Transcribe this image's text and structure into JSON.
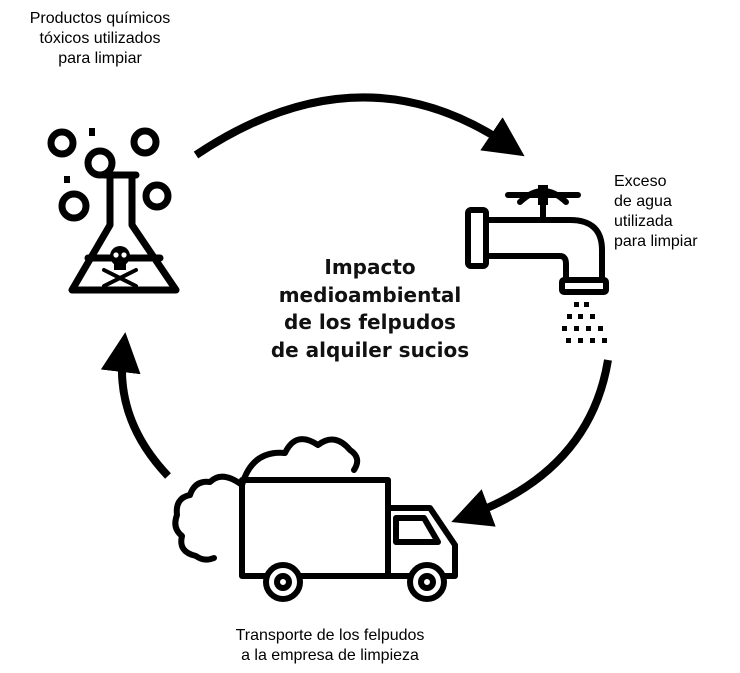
{
  "title_lines": [
    "Impacto",
    "medioambiental",
    "de los felpudos",
    "de alquiler sucios"
  ],
  "nodes": {
    "chemicals": {
      "lines": [
        "Productos químicos",
        "tóxicos utilizados",
        "para limpiar"
      ],
      "icon": "toxic-flask-icon"
    },
    "water": {
      "lines": [
        "Exceso",
        "de agua",
        "utilizada",
        "para limpiar"
      ],
      "icon": "dripping-faucet-icon"
    },
    "transport": {
      "lines": [
        "Transporte de los felpudos",
        "a la empresa de limpieza"
      ],
      "icon": "truck-with-exhaust-icon"
    }
  },
  "colors": {
    "stroke": "#000000",
    "background": "#ffffff"
  }
}
